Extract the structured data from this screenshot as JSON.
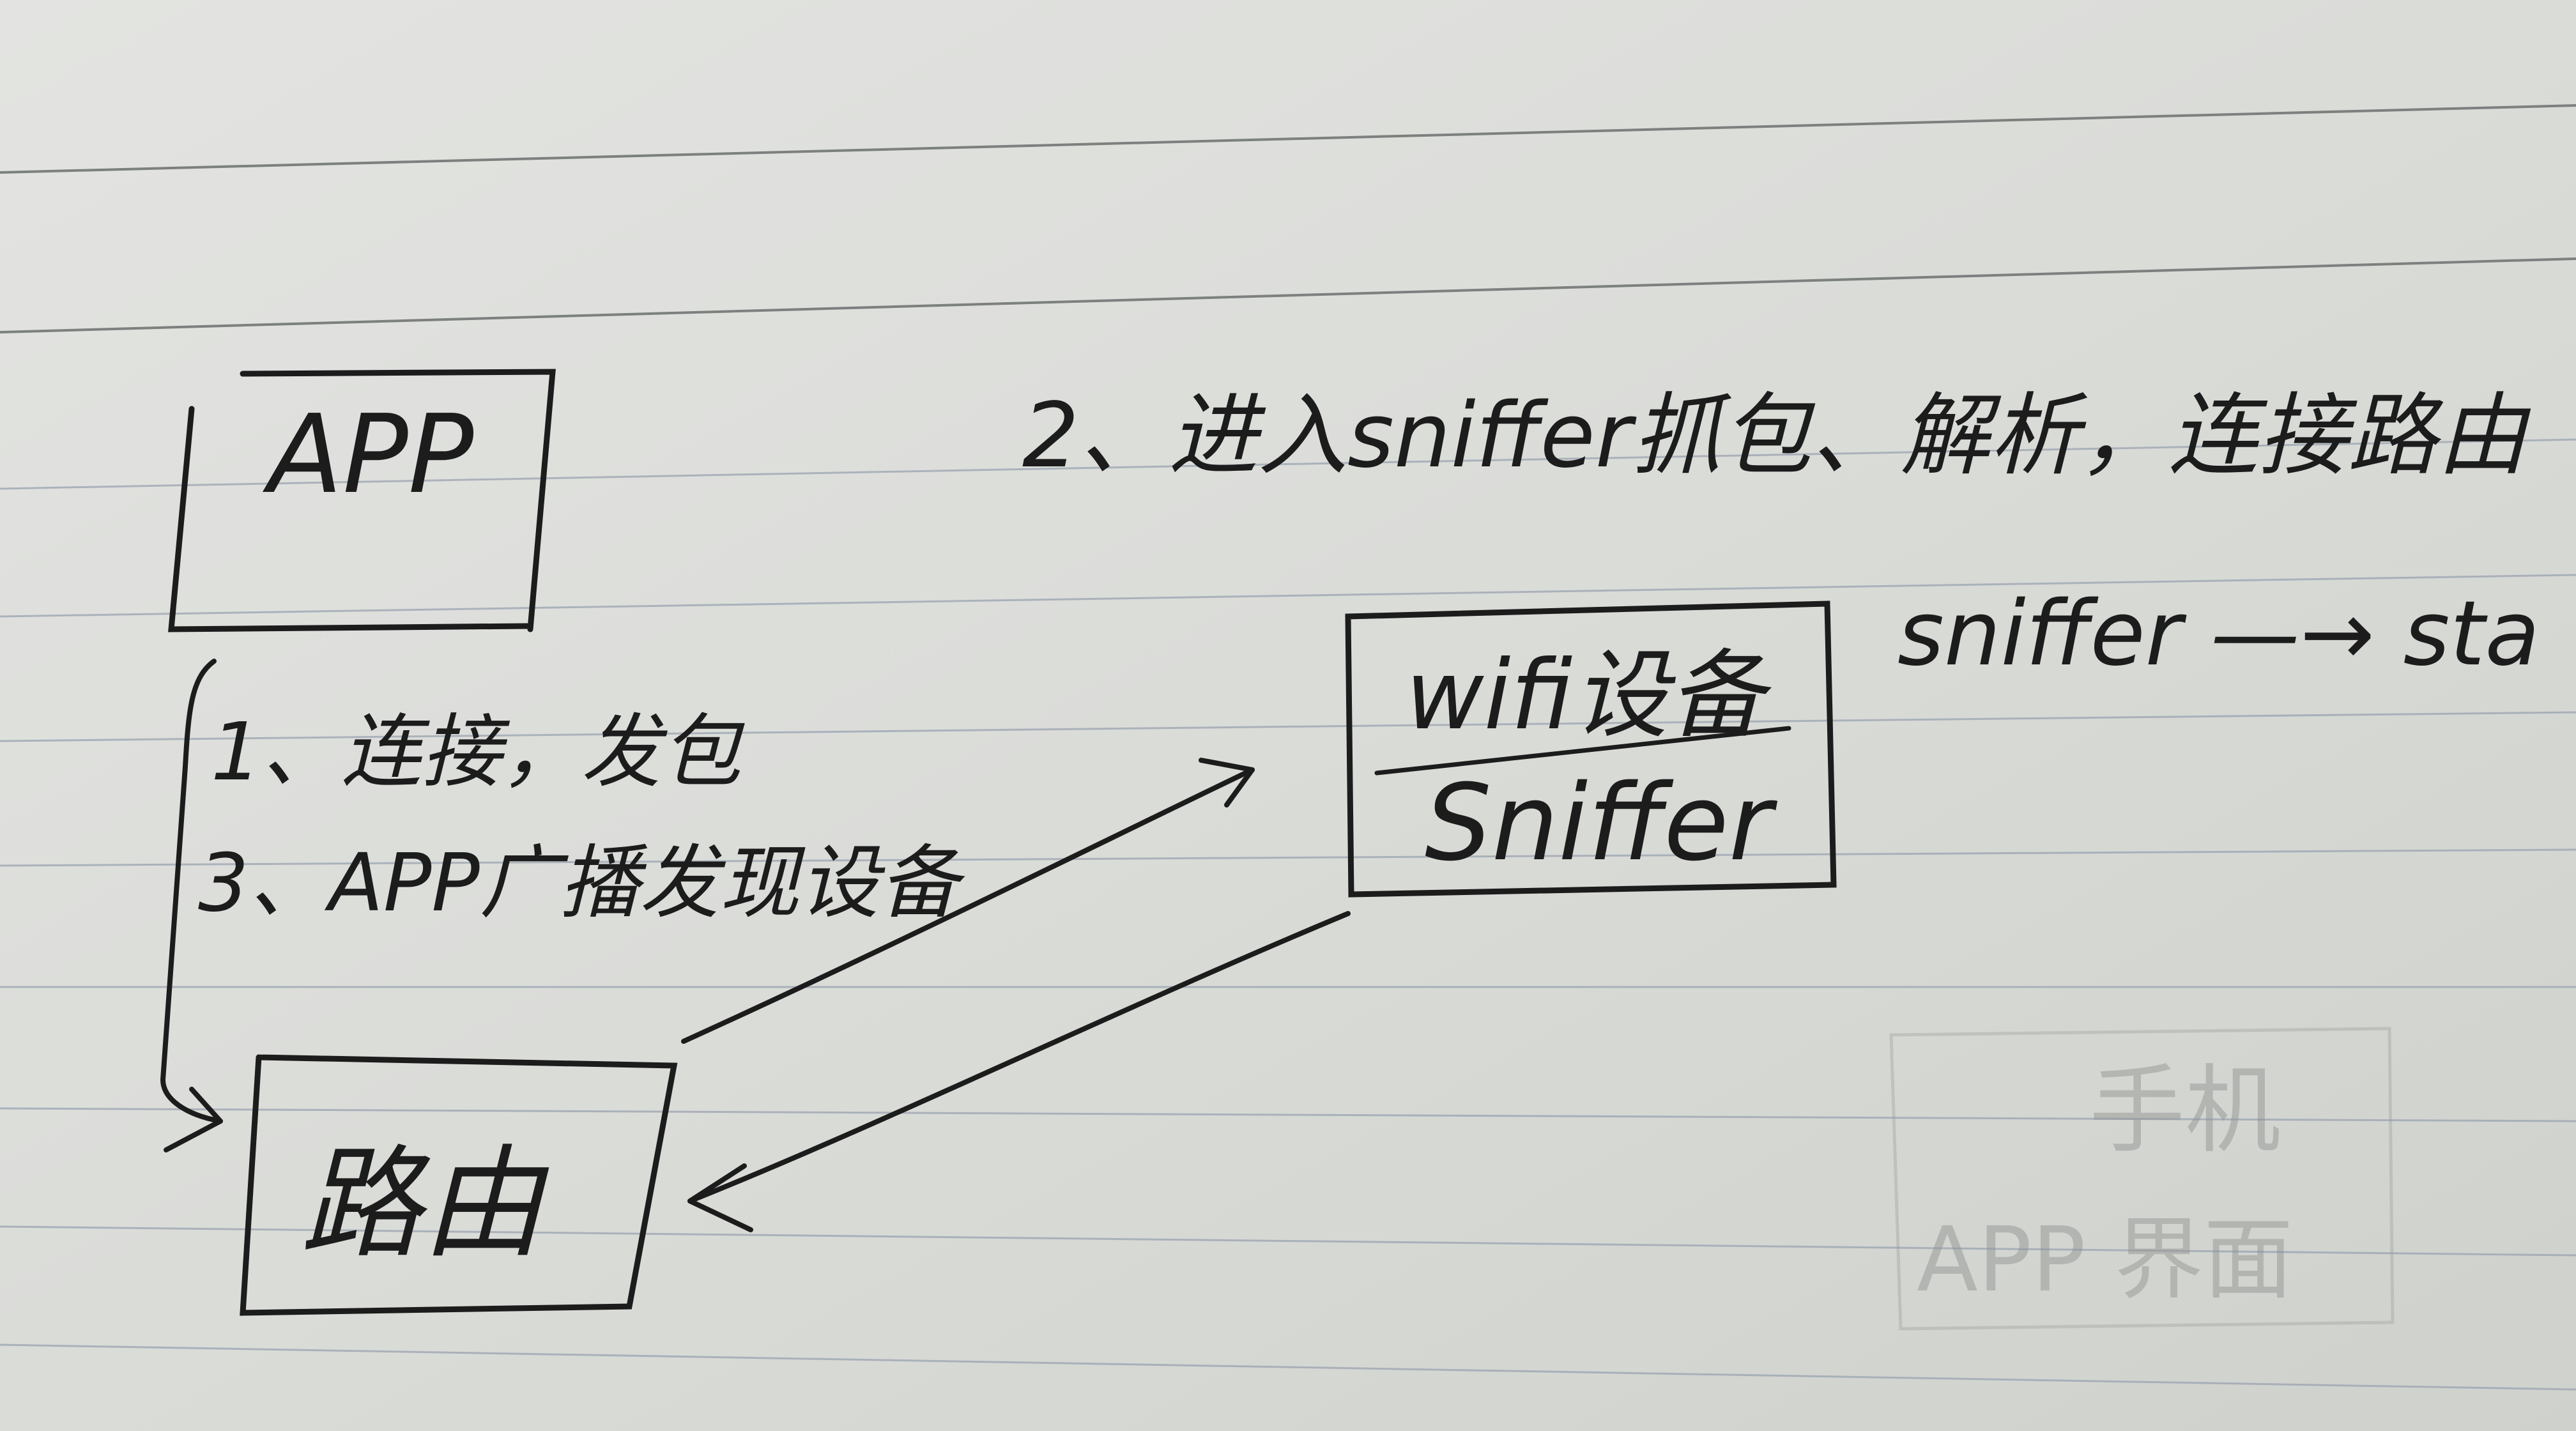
{
  "nodes": {
    "app": "APP",
    "router": "路由",
    "device_title": "wifi设备",
    "device_mode": "Sniffer"
  },
  "edges": {
    "app_to_router": "1、连接，发包",
    "app_discover": "3、APP广播发现设备",
    "step2": "2、进入sniffer抓包、解析，连接路由",
    "mode_change": "sniffer —→ sta"
  },
  "bleed_through": {
    "top": "手机",
    "bottom": "APP 界面"
  }
}
